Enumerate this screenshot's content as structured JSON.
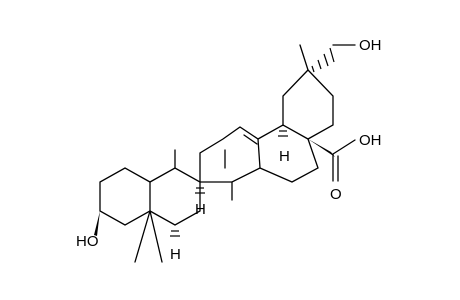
{
  "molecule": {
    "labels": {
      "oh_top": "OH",
      "oh_acid": "OH",
      "o_carbonyl": "O",
      "ho_left": "HO",
      "h_c18": "H",
      "h_c9": "H",
      "h_c5": "H"
    },
    "colors": {
      "ink": "#000000",
      "background": "#ffffff"
    }
  }
}
